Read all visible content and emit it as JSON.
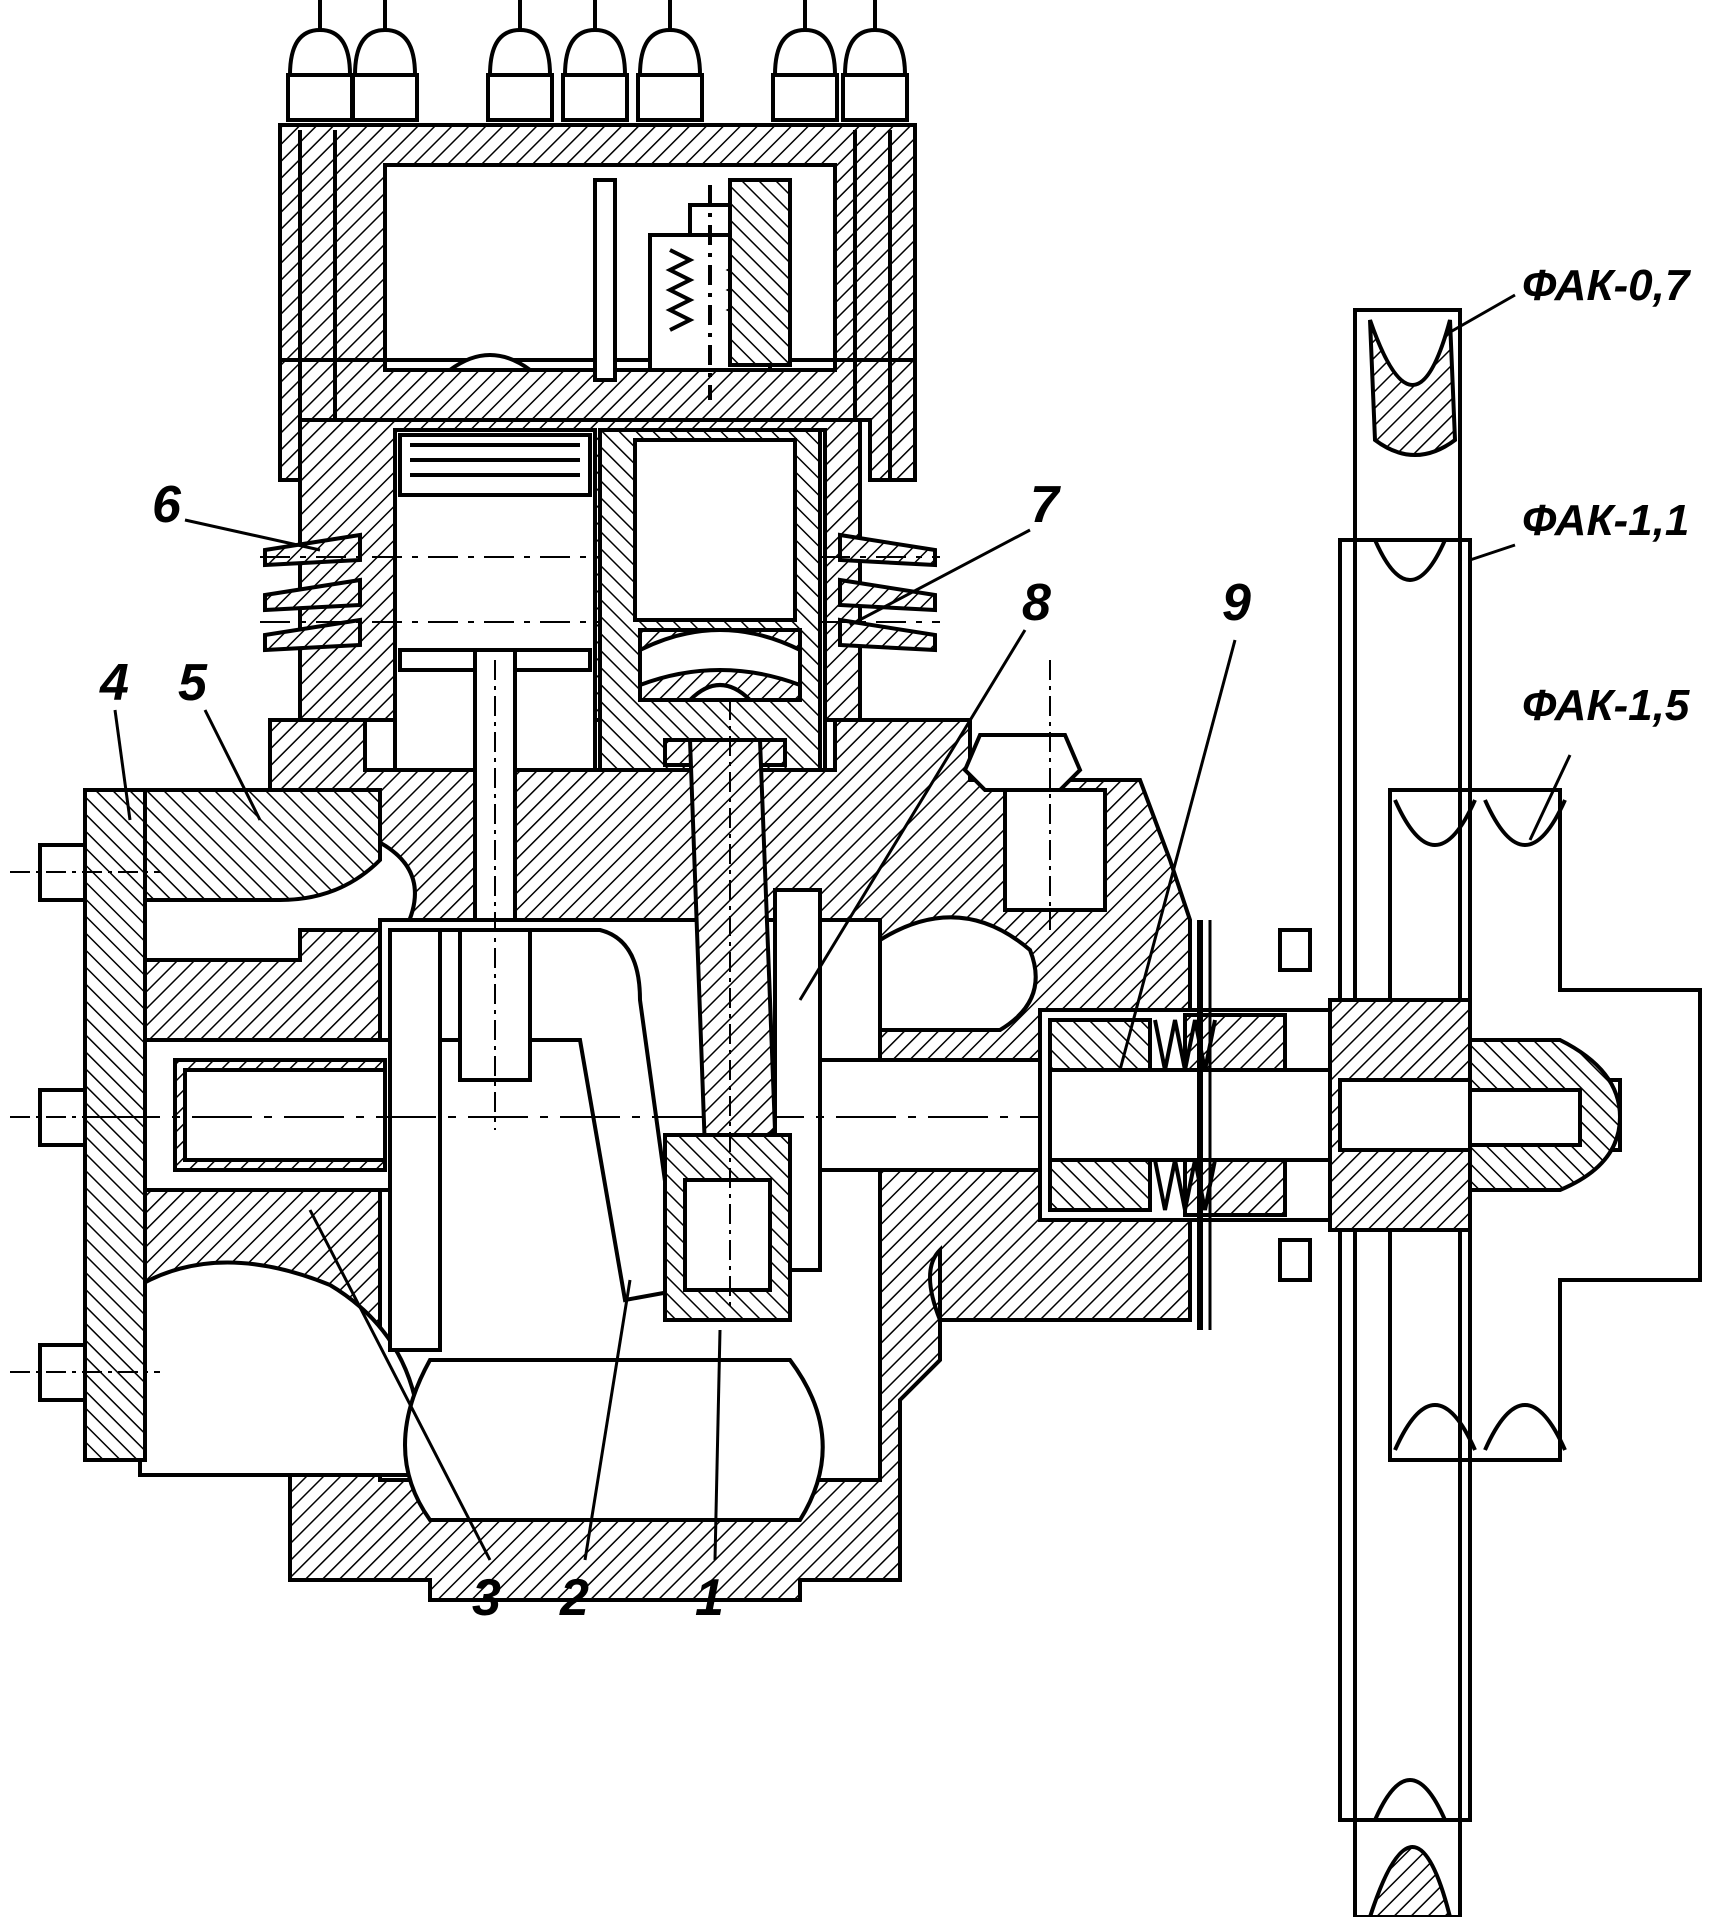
{
  "diagram": {
    "part_numbers": [
      "1",
      "2",
      "3",
      "4",
      "5",
      "6",
      "7",
      "8",
      "9"
    ],
    "models": [
      "ФАК-0,7",
      "ФАК-1,1",
      "ФАК-1,5"
    ],
    "colors": {
      "ink": "#000000",
      "paper": "#ffffff"
    }
  }
}
